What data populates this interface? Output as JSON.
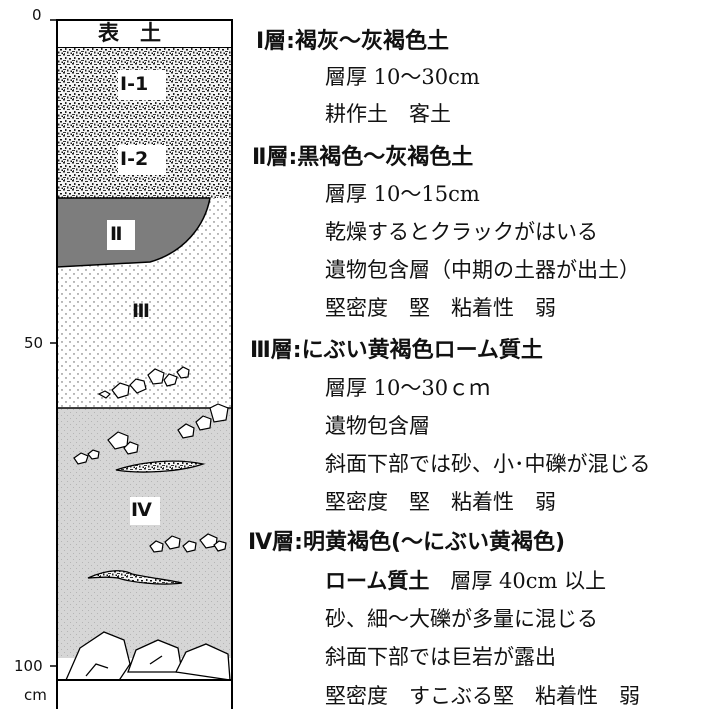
{
  "column": {
    "topsoil_label": "表　土",
    "sublayers": [
      "Ⅰ-1",
      "Ⅰ-2"
    ],
    "layer_marks": [
      "Ⅱ",
      "Ⅲ",
      "Ⅳ"
    ]
  },
  "scale": {
    "ticks": [
      "0",
      "50",
      "100"
    ],
    "unit": "cm"
  },
  "descriptions": [
    {
      "head": "Ⅰ層:褐灰～灰褐色土",
      "lines": [
        "層厚 10～30cm",
        "耕作土　客土"
      ]
    },
    {
      "head": "Ⅱ層:黒褐色～灰褐色土",
      "lines": [
        "層厚 10～15cm",
        "乾燥するとクラックがはいる",
        "遺物包含層（中期の土器が出土）",
        "堅密度　堅　粘着性　弱"
      ]
    },
    {
      "head": "Ⅲ層:にぶい黄褐色ローム質土",
      "lines": [
        "層厚 10～30ｃｍ",
        "遺物包含層",
        "斜面下部では砂、小･中礫が混じる",
        "堅密度　堅　粘着性　弱"
      ]
    },
    {
      "head": "Ⅳ層:明黄褐色(～にぶい黄褐色)",
      "bold_prefix": "ローム質土",
      "lines": [
        "層厚 40cm 以上",
        "砂、細～大礫が多量に混じる",
        "斜面下部では巨岩が露出",
        "堅密度　すこぶる堅　粘着性　弱"
      ]
    }
  ]
}
